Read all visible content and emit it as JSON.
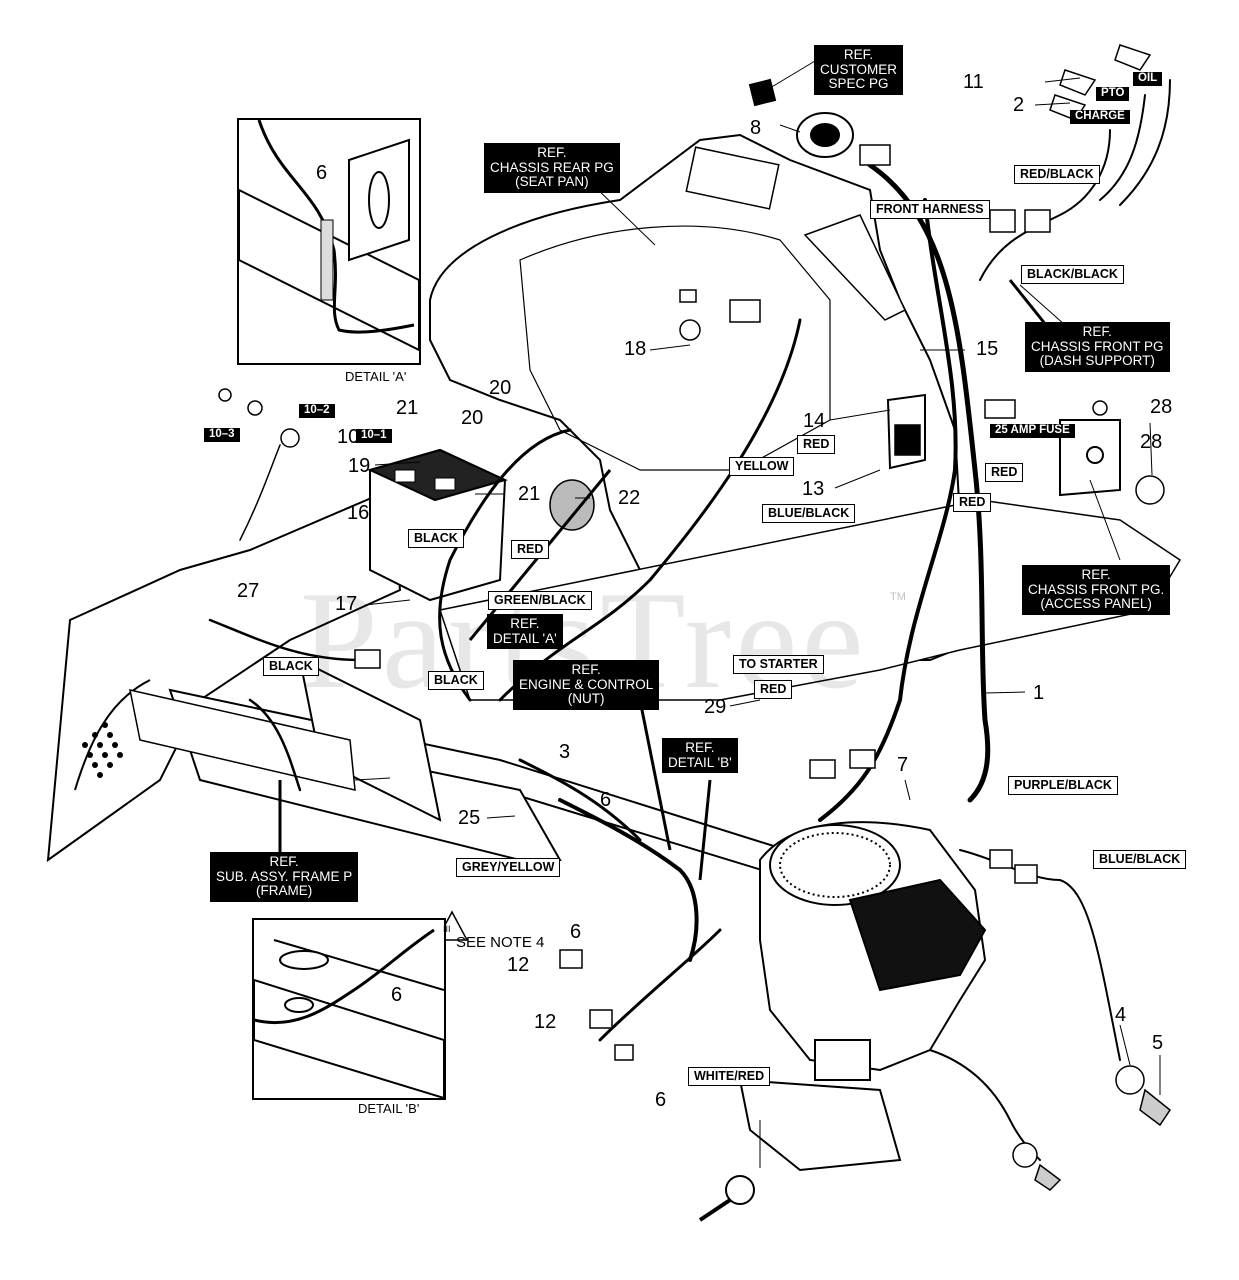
{
  "watermark": "PartsTree",
  "trademark": "TM",
  "item_numbers": [
    "1",
    "2",
    "3",
    "4",
    "5",
    "6",
    "6",
    "6",
    "6",
    "6",
    "7",
    "8",
    "10",
    "11",
    "12",
    "12",
    "13",
    "14",
    "15",
    "16",
    "17",
    "18",
    "19",
    "20",
    "20",
    "21",
    "21",
    "22",
    "25",
    "27",
    "28",
    "28",
    "29"
  ],
  "wire_labels": {
    "red_black": "RED/BLACK",
    "front_harness": "FRONT HARNESS",
    "black_black": "BLACK/BLACK",
    "red_1": "RED",
    "yellow": "YELLOW",
    "red_2": "RED",
    "red_3": "RED",
    "blue_black_1": "BLUE/BLACK",
    "black_1": "BLACK",
    "red_4": "RED",
    "green_black": "GREEN/BLACK",
    "black_2": "BLACK",
    "black_3": "BLACK",
    "to_starter": "TO STARTER",
    "red_5": "RED",
    "purple_black": "PURPLE/BLACK",
    "blue_black_2": "BLUE/BLACK",
    "grey_yellow": "GREY/YELLOW",
    "white_red": "WHITE/RED"
  },
  "terminal_tags": {
    "pto": "PTO",
    "oil": "OIL",
    "charge": "CHARGE",
    "fuse": "25 AMP FUSE",
    "t10_1": "10–1",
    "t10_2": "10–2",
    "t10_3": "10–3"
  },
  "refs": {
    "customer_spec": "REF.\nCUSTOMER\nSPEC PG",
    "chassis_rear": "REF.\nCHASSIS REAR PG\n(SEAT PAN)",
    "chassis_front_dash": "REF.\nCHASSIS FRONT PG\n(DASH SUPPORT)",
    "chassis_front_access": "REF.\nCHASSIS FRONT PG.\n(ACCESS PANEL)",
    "detail_a": "REF.\nDETAIL 'A'",
    "engine_control": "REF.\nENGINE & CONTROL\n(NUT)",
    "detail_b": "REF.\nDETAIL 'B'",
    "sub_assy_frame": "REF.\nSUB. ASSY. FRAME P\n(FRAME)"
  },
  "captions": {
    "detail_a": "DETAIL 'A'",
    "detail_b": "DETAIL 'B'",
    "see_note": "SEE NOTE 4",
    "note_symbol": "III"
  }
}
